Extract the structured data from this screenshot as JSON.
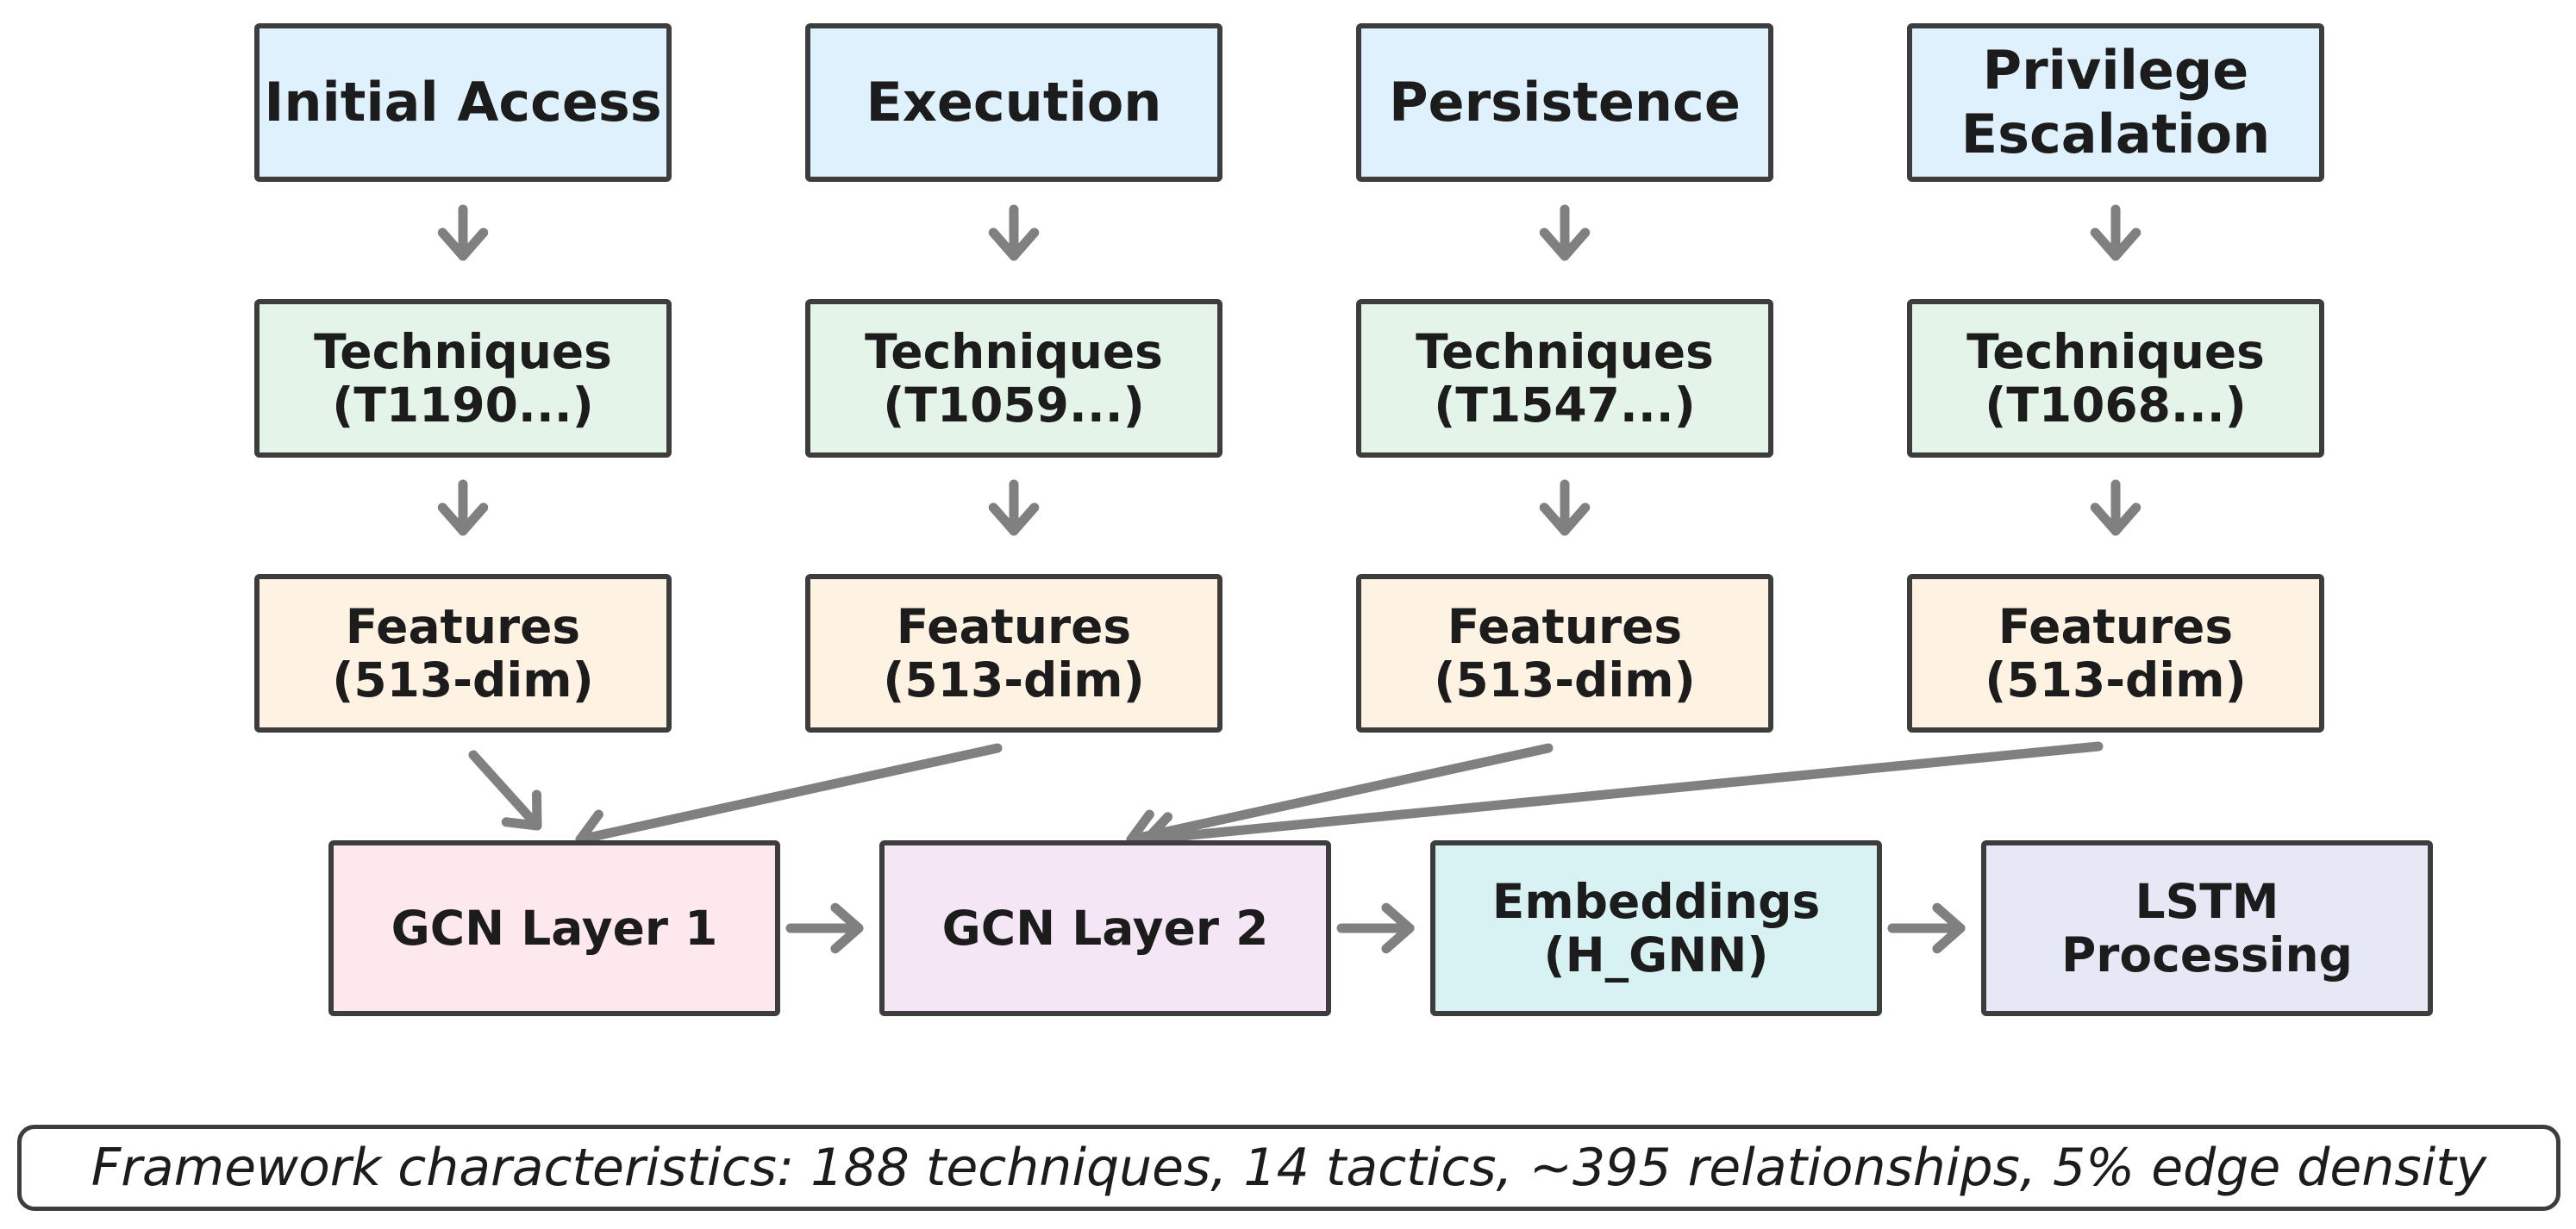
{
  "tactics": [
    {
      "label": "Initial Access",
      "technique": "Techniques\n(T1190...)",
      "features": "Features\n(513-dim)"
    },
    {
      "label": "Execution",
      "technique": "Techniques\n(T1059...)",
      "features": "Features\n(513-dim)"
    },
    {
      "label": "Persistence",
      "technique": "Techniques\n(T1547...)",
      "features": "Features\n(513-dim)"
    },
    {
      "label": "Privilege\nEscalation",
      "technique": "Techniques\n(T1068...)",
      "features": "Features\n(513-dim)"
    }
  ],
  "pipeline": [
    {
      "label": "GCN Layer 1"
    },
    {
      "label": "GCN Layer 2"
    },
    {
      "label": "Embeddings\n(H_GNN)"
    },
    {
      "label": "LSTM\nProcessing"
    }
  ],
  "caption": "Framework characteristics: 188 techniques, 14 tactics, ~395 relationships, 5% edge density",
  "colors": {
    "tactic_fill": "#dff1fc",
    "technique_fill": "#e5f4e8",
    "feature_fill": "#fef3e3",
    "gcn1_fill": "#fde8ee",
    "gcn2_fill": "#f5e6f6",
    "embeddings_fill": "#d8f1f2",
    "lstm_fill": "#e6e8f5",
    "border": "#3d3d3d",
    "arrow": "#808080"
  }
}
